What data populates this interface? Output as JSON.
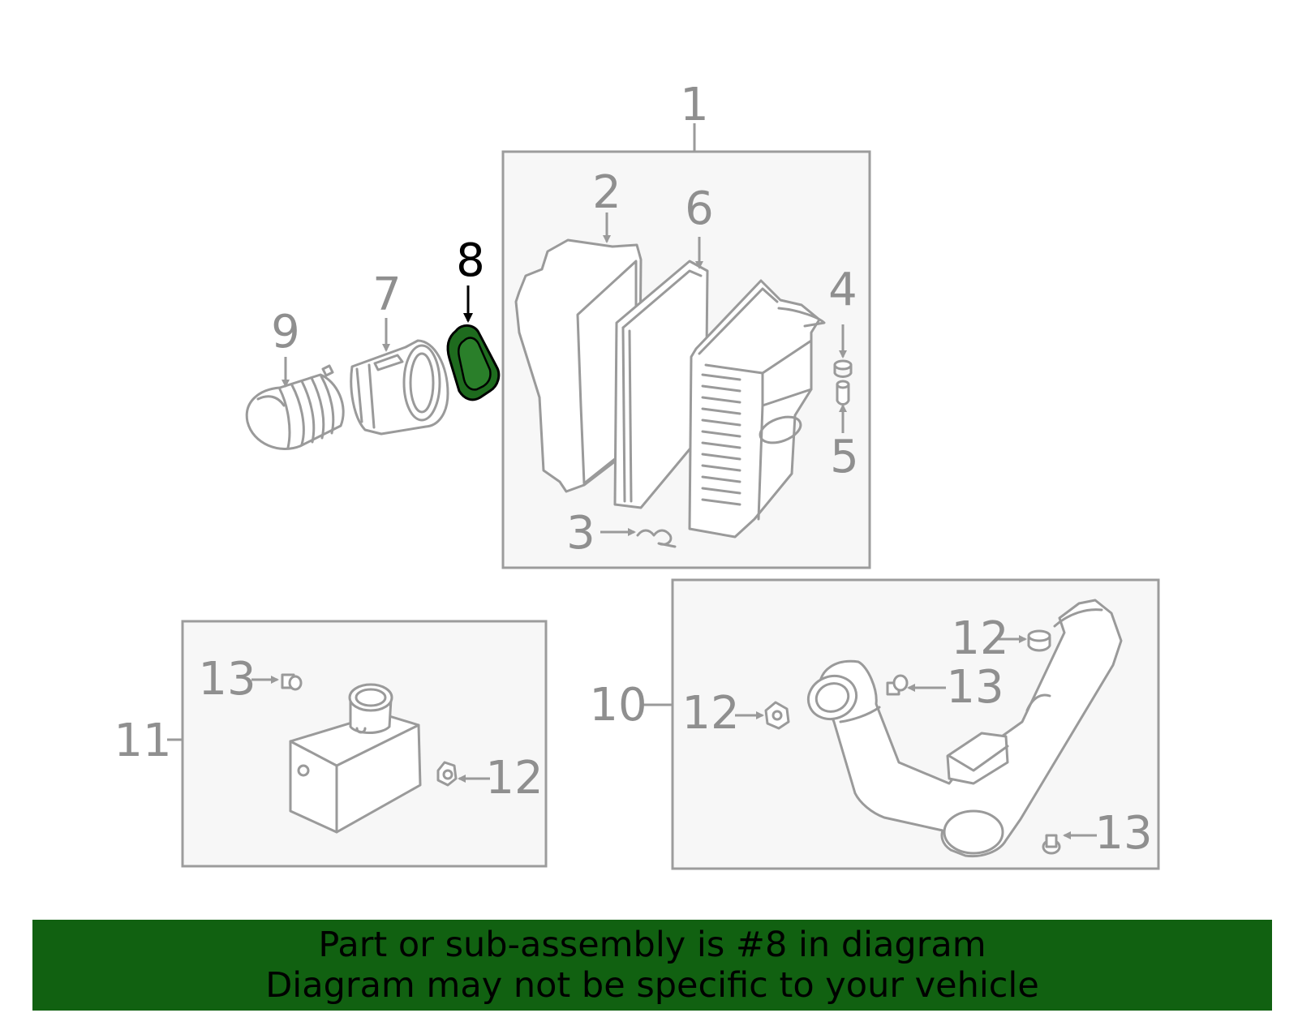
{
  "labels": {
    "p1": "1",
    "p2": "2",
    "p3": "3",
    "p4": "4",
    "p5": "5",
    "p6": "6",
    "p7": "7",
    "p8": "8",
    "p9": "9",
    "p10": "10",
    "p11": "11",
    "p12": "12",
    "p13": "13"
  },
  "highlight_part": "8",
  "highlight_color": "#1e6b1e",
  "banner": {
    "line1": "Part or sub-assembly is #8 in diagram",
    "line2": "Diagram may not be specific to your vehicle",
    "color": "#116111"
  }
}
